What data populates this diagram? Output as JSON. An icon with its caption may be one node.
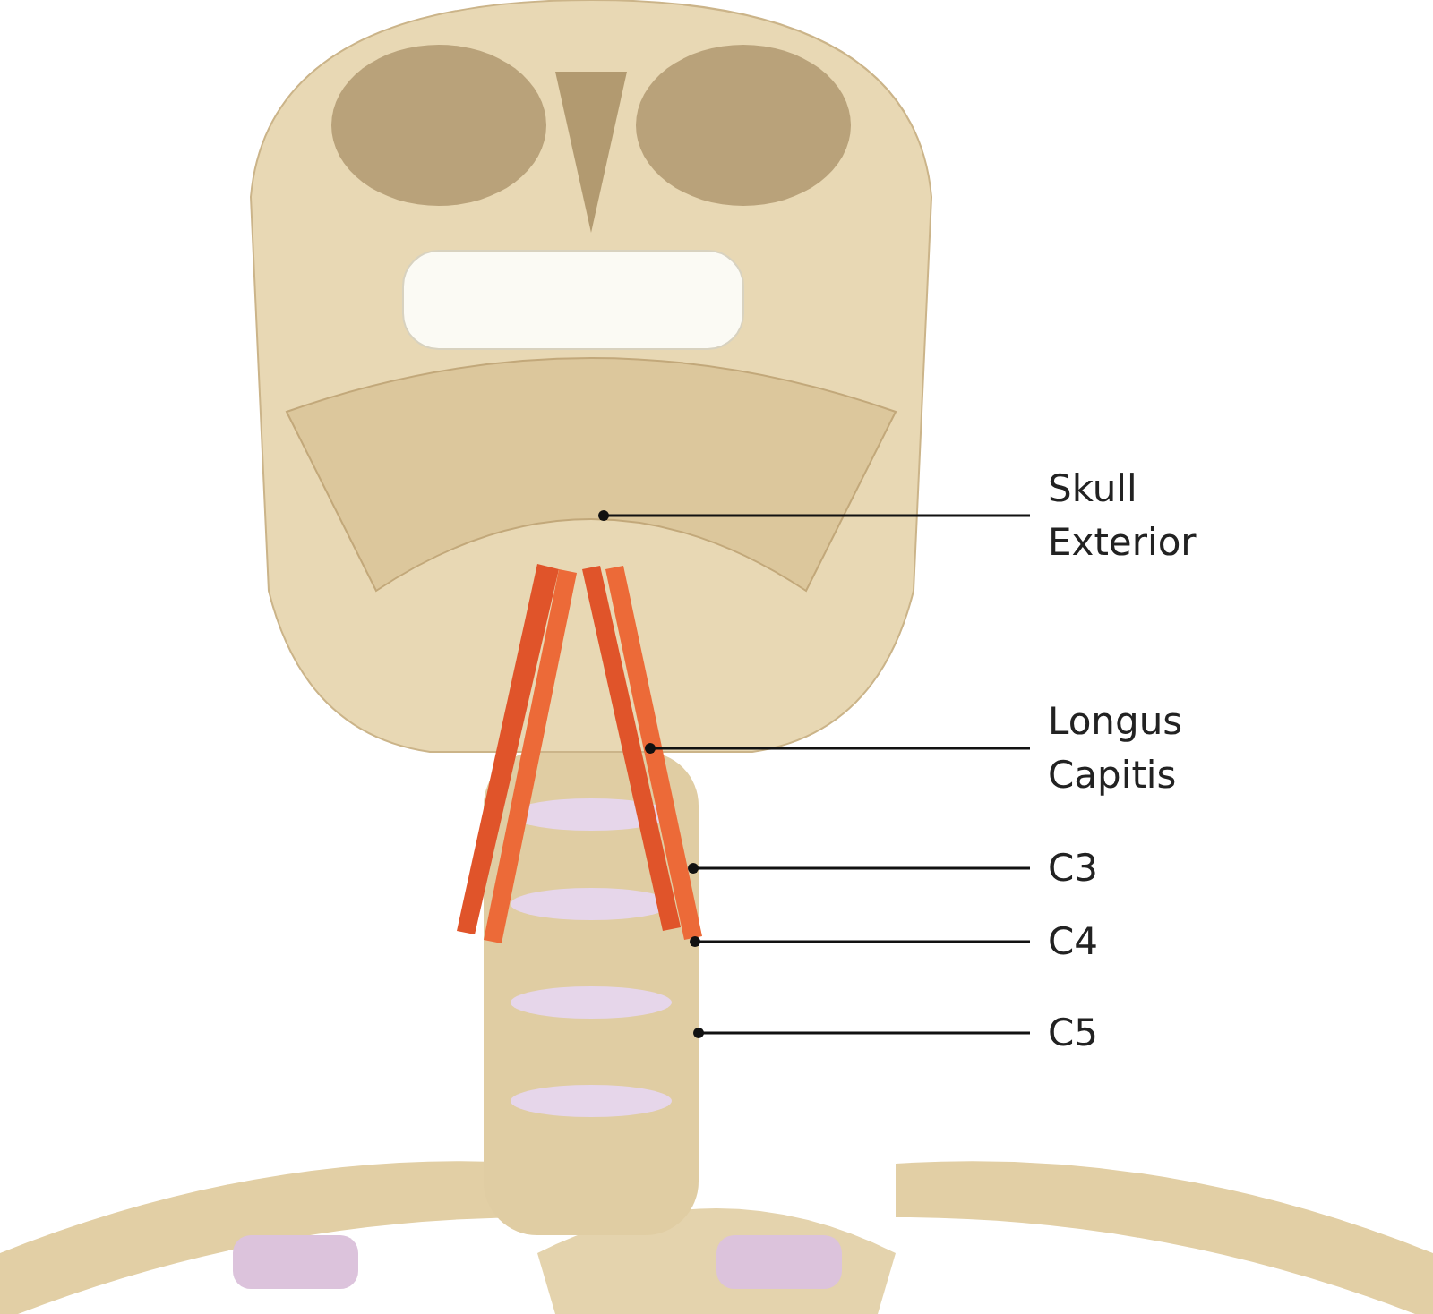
{
  "diagram": {
    "nodes": [
      {
        "text": [
          "Skull Exterior"
        ]
      },
      {
        "text": [
          "Longus Capitis"
        ]
      },
      {
        "text": [
          "C3"
        ]
      },
      {
        "text": [
          "C4"
        ]
      },
      {
        "text": [
          "C5"
        ]
      }
    ],
    "edges": [
      {
        "from": 0,
        "to": null,
        "arrow": "other"
      },
      {
        "from": 1,
        "to": null,
        "arrow": "other"
      },
      {
        "from": 2,
        "to": null,
        "arrow": "other"
      },
      {
        "from": 3,
        "to": null,
        "arrow": "other"
      },
      {
        "from": 4,
        "to": null,
        "arrow": "other"
      }
    ]
  }
}
